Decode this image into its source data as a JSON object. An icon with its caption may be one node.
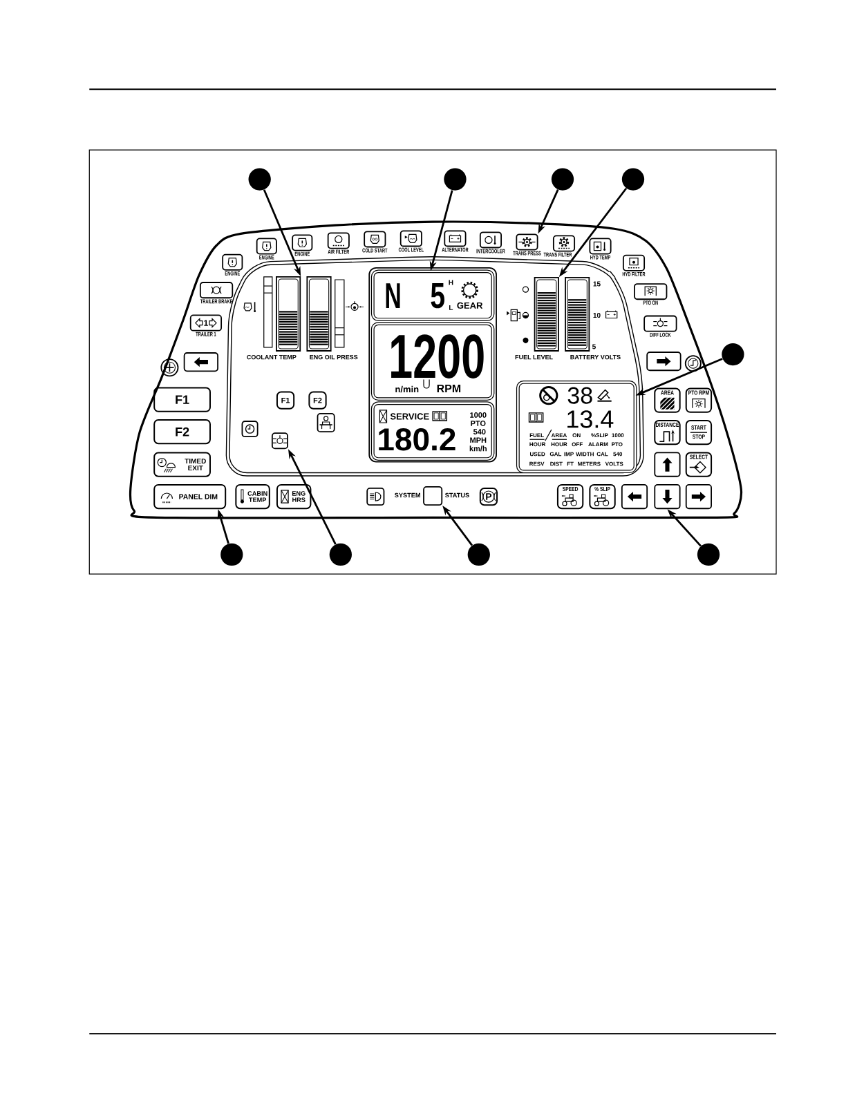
{
  "diagram": {
    "nodes": [
      {
        "text": [],
        "shape": "circle"
      },
      {
        "text": [],
        "shape": "circle"
      },
      {
        "text": [],
        "shape": "circle"
      },
      {
        "text": [],
        "shape": "circle"
      },
      {
        "text": [
          "ENGINE"
        ]
      },
      {
        "text": [
          "ENGINE"
        ]
      },
      {
        "text": [
          "ENGINE"
        ]
      },
      {
        "text": [
          "AIR FILTER"
        ]
      },
      {
        "text": [
          "COLD START"
        ]
      },
      {
        "text": [
          "COOL LEVEL"
        ]
      },
      {
        "text": [
          "ALTERNATOR"
        ]
      },
      {
        "text": [
          "INTERCOOLER"
        ]
      },
      {
        "text": [
          "TRANS PRESS"
        ]
      },
      {
        "text": [
          "TRANS FILTER"
        ]
      },
      {
        "text": [
          "HYD TEMP"
        ]
      },
      {
        "text": [
          "HYD FILTER"
        ]
      },
      {
        "text": [
          "TRAILER BRAKE"
        ]
      },
      {
        "text": [
          "1",
          "TRAILER 1"
        ]
      },
      {
        "text": [
          "COOLANT TEMP"
        ]
      },
      {
        "text": [
          "ENG OIL PRESS"
        ]
      },
      {
        "text": [
          "N",
          "5",
          "H",
          "L",
          "GEAR"
        ]
      },
      {
        "text": [
          "FUEL LEVEL"
        ]
      },
      {
        "text": [
          "BATTERY VOLTS"
        ],
        "beside": [
          "15",
          "10",
          "5"
        ]
      },
      {
        "text": [
          "PTO ON"
        ]
      },
      {
        "text": [
          "DIFF LOCK"
        ]
      },
      {
        "text": [],
        "shape": "circle"
      },
      {
        "text": [],
        "shape": "box"
      },
      {
        "text": [
          "1200",
          "n/min",
          "RPM"
        ]
      },
      {
        "text": [],
        "shape": "box"
      },
      {
        "text": [],
        "shape": "circle"
      },
      {
        "text": [],
        "shape": "circle"
      },
      {
        "text": [
          "F1"
        ]
      },
      {
        "text": [
          "F2"
        ]
      },
      {
        "text": [
          "F1"
        ]
      },
      {
        "text": [
          "F2"
        ]
      },
      {
        "text": [
          "SERVICE",
          "180.2",
          "1000",
          "PTO",
          "540",
          "MPH",
          "km/h"
        ]
      },
      {
        "text": [
          "38",
          "13.4",
          "FUEL",
          "AREA",
          "ON",
          "%SLIP",
          "1000",
          "HOUR",
          "HOUR",
          "OFF",
          "ALARM",
          "PTO",
          "USED",
          "GAL",
          "IMP",
          "WIDTH",
          "CAL",
          "540",
          "RESV",
          "DIST",
          "FT",
          "METERS",
          "VOLTS"
        ]
      },
      {
        "text": [
          "AREA"
        ]
      },
      {
        "text": [
          "PTO RPM"
        ]
      },
      {
        "text": [],
        "shape": "box"
      },
      {
        "text": [],
        "shape": "box"
      },
      {
        "text": [],
        "shape": "box"
      },
      {
        "text": [
          "DISTANCE"
        ]
      },
      {
        "text": [
          "START",
          "STOP"
        ]
      },
      {
        "text": [
          "TIMED EXIT"
        ]
      },
      {
        "text": [],
        "shape": "box"
      },
      {
        "text": [
          "SELECT"
        ]
      },
      {
        "text": [
          "PANEL DIM"
        ]
      },
      {
        "text": [
          "CABIN TEMP"
        ]
      },
      {
        "text": [
          "ENG HRS"
        ]
      },
      {
        "text": [],
        "shape": "box"
      },
      {
        "text": [],
        "shape": "box",
        "beside": [
          "SYSTEM",
          "STATUS"
        ]
      },
      {
        "text": [
          "P"
        ]
      },
      {
        "text": [
          "SPEED"
        ]
      },
      {
        "text": [
          "% SLIP"
        ]
      },
      {
        "text": [],
        "shape": "box"
      },
      {
        "text": [],
        "shape": "box"
      },
      {
        "text": [],
        "shape": "box"
      },
      {
        "text": [],
        "shape": "circle"
      },
      {
        "text": [],
        "shape": "circle"
      },
      {
        "text": [],
        "shape": "circle"
      },
      {
        "text": [],
        "shape": "circle"
      }
    ],
    "edges": [
      {
        "from": 0,
        "to": 18,
        "arrow": "to"
      },
      {
        "from": 1,
        "to": 20,
        "arrow": "to"
      },
      {
        "from": 2,
        "to": 12,
        "arrow": "to"
      },
      {
        "from": 3,
        "to": 21,
        "arrow": "to"
      },
      {
        "from": 30,
        "to": 36,
        "arrow": "to"
      },
      {
        "from": 58,
        "to": 47,
        "arrow": "to"
      },
      {
        "from": 59,
        "to": 41,
        "arrow": "to"
      },
      {
        "from": 60,
        "to": 51,
        "arrow": "to"
      },
      {
        "from": 61,
        "to": 56,
        "arrow": "to"
      }
    ]
  }
}
